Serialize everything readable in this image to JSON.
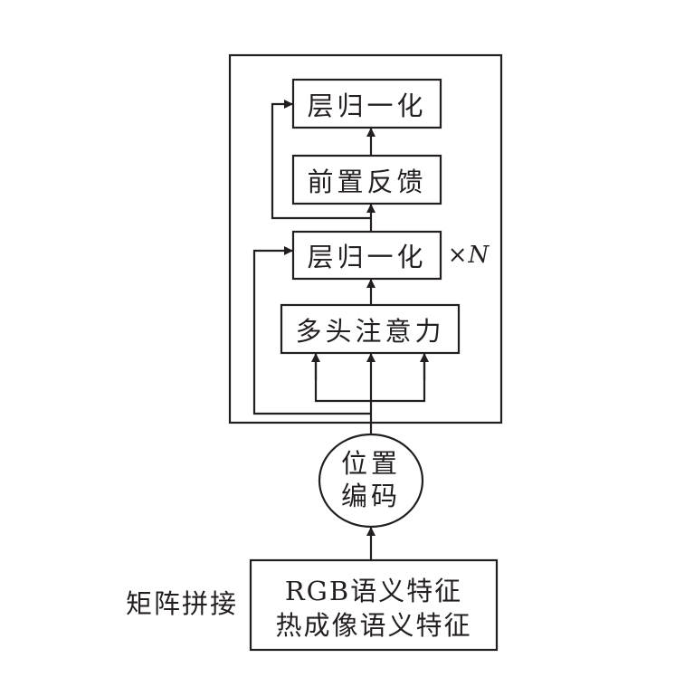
{
  "diagram": {
    "encoder_block": {
      "top_norm": "层归一化",
      "feed_forward": "前置反馈",
      "mid_norm": "层归一化",
      "attention": "多头注意力",
      "repeat": "×N"
    },
    "positional_encoding": {
      "line1": "位置",
      "line2": "编码"
    },
    "input_box": {
      "line1": "RGB语义特征",
      "line2": "热成像语义特征"
    },
    "side_label": "矩阵拼接",
    "stroke_color": "#231f20"
  }
}
